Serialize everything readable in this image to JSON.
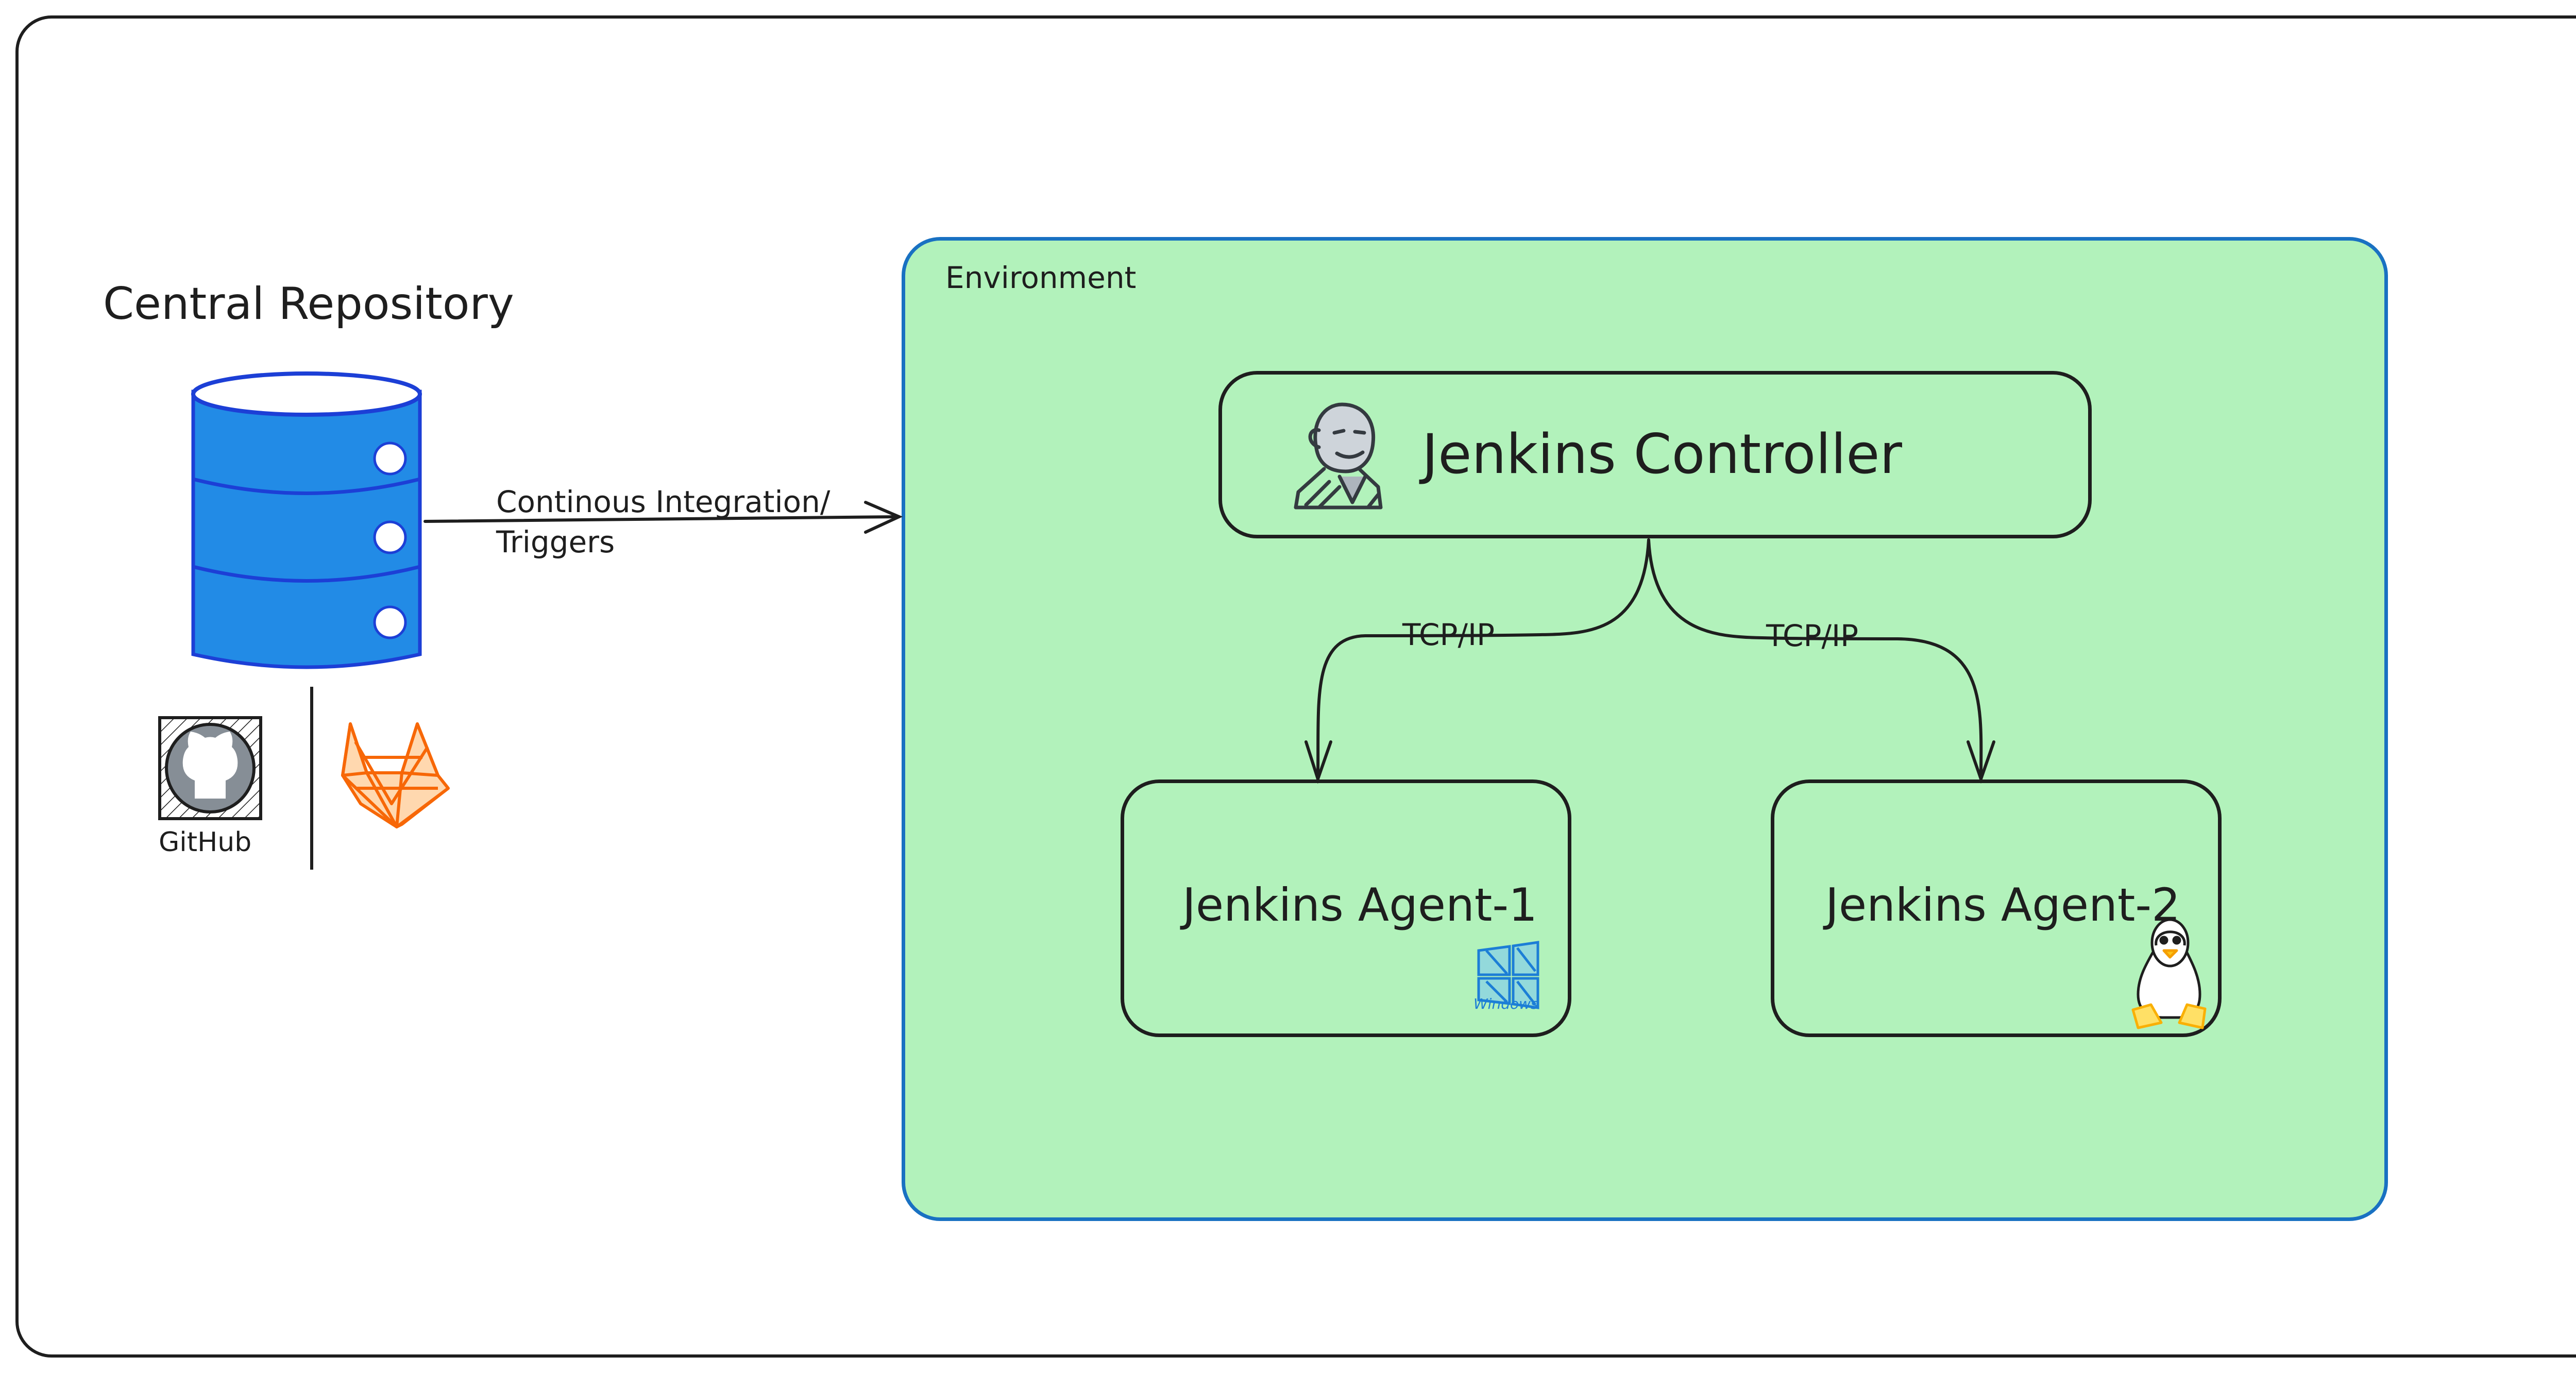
{
  "repository": {
    "title": "Central Repository",
    "github_label": "GitHub"
  },
  "connection": {
    "label_line1": "Continous Integration/",
    "label_line2": "Triggers"
  },
  "environment": {
    "label": "Environment",
    "controller": {
      "label": "Jenkins Controller"
    },
    "links": [
      {
        "label": "TCP/IP"
      },
      {
        "label": "TCP/IP"
      }
    ],
    "agents": [
      {
        "label": "Jenkins Agent-1",
        "os_icon": "windows-icon",
        "os_label": "Windows"
      },
      {
        "label": "Jenkins Agent-2",
        "os_icon": "linux-tux-icon"
      }
    ]
  },
  "colors": {
    "environment_fill": "#b2f2bb",
    "environment_stroke": "#1971c2",
    "database_fill": "#228be6",
    "database_stroke": "#1c3fd6",
    "gitlab_orange": "#f76707",
    "stroke": "#1e1e1e"
  }
}
